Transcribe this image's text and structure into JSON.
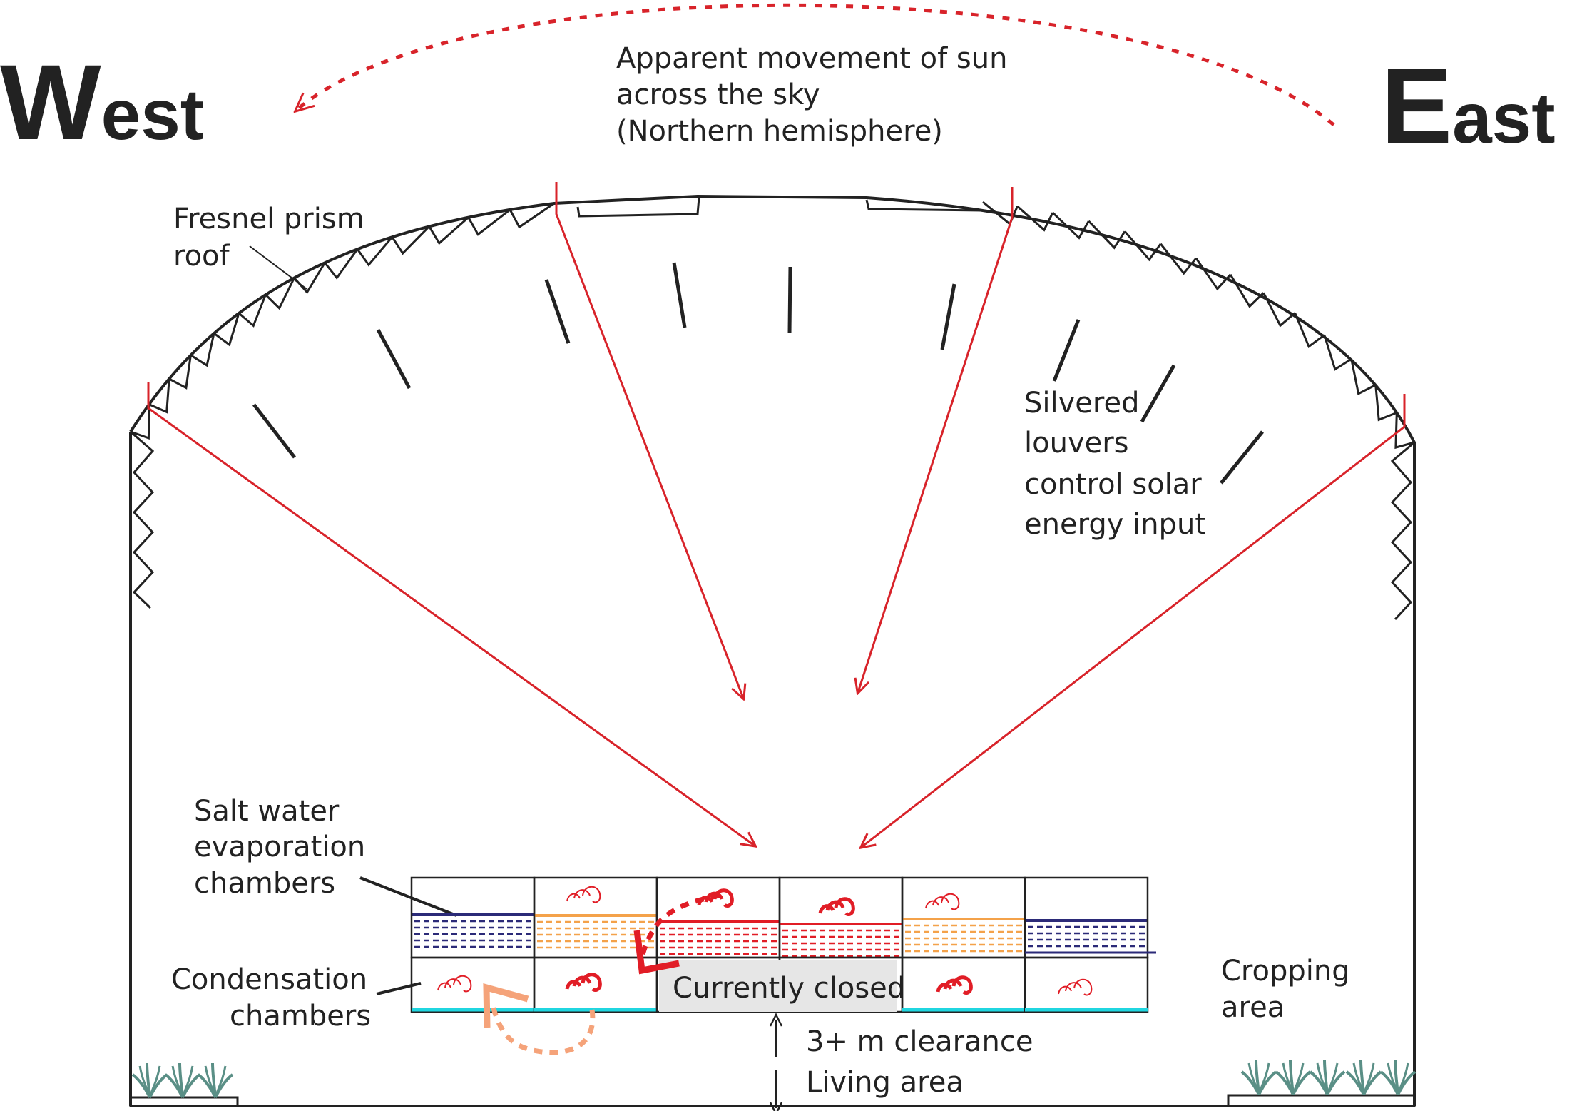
{
  "directions": {
    "west_initial": "W",
    "west_rest": "est",
    "east_initial": "E",
    "east_rest": "ast"
  },
  "sun_caption": [
    "Apparent movement of sun",
    "across the sky",
    "(Northern hemisphere)"
  ],
  "labels": {
    "roof": [
      "Fresnel prism",
      "roof"
    ],
    "louvers": [
      "Silvered",
      "louvers",
      "control solar",
      "energy input"
    ],
    "evaporation": [
      "Salt water",
      "evaporation",
      "chambers"
    ],
    "condensation": [
      "Condensation",
      "chambers"
    ],
    "cropping": [
      "Cropping",
      "area"
    ],
    "closed": "Currently closed",
    "clearance": "3+ m clearance",
    "living": "Living area"
  },
  "colors": {
    "outline": "#222222",
    "sun_ray": "#d8232a",
    "water_blue": "#2b2a78",
    "water_orange": "#f4a24a",
    "water_red": "#e11d26",
    "condensate": "#20d6e0",
    "flow_orange": "#f5a37a",
    "plant": "#5a8f86"
  },
  "icons": [
    "steam-icon",
    "plant-icon",
    "arrow-icon"
  ]
}
